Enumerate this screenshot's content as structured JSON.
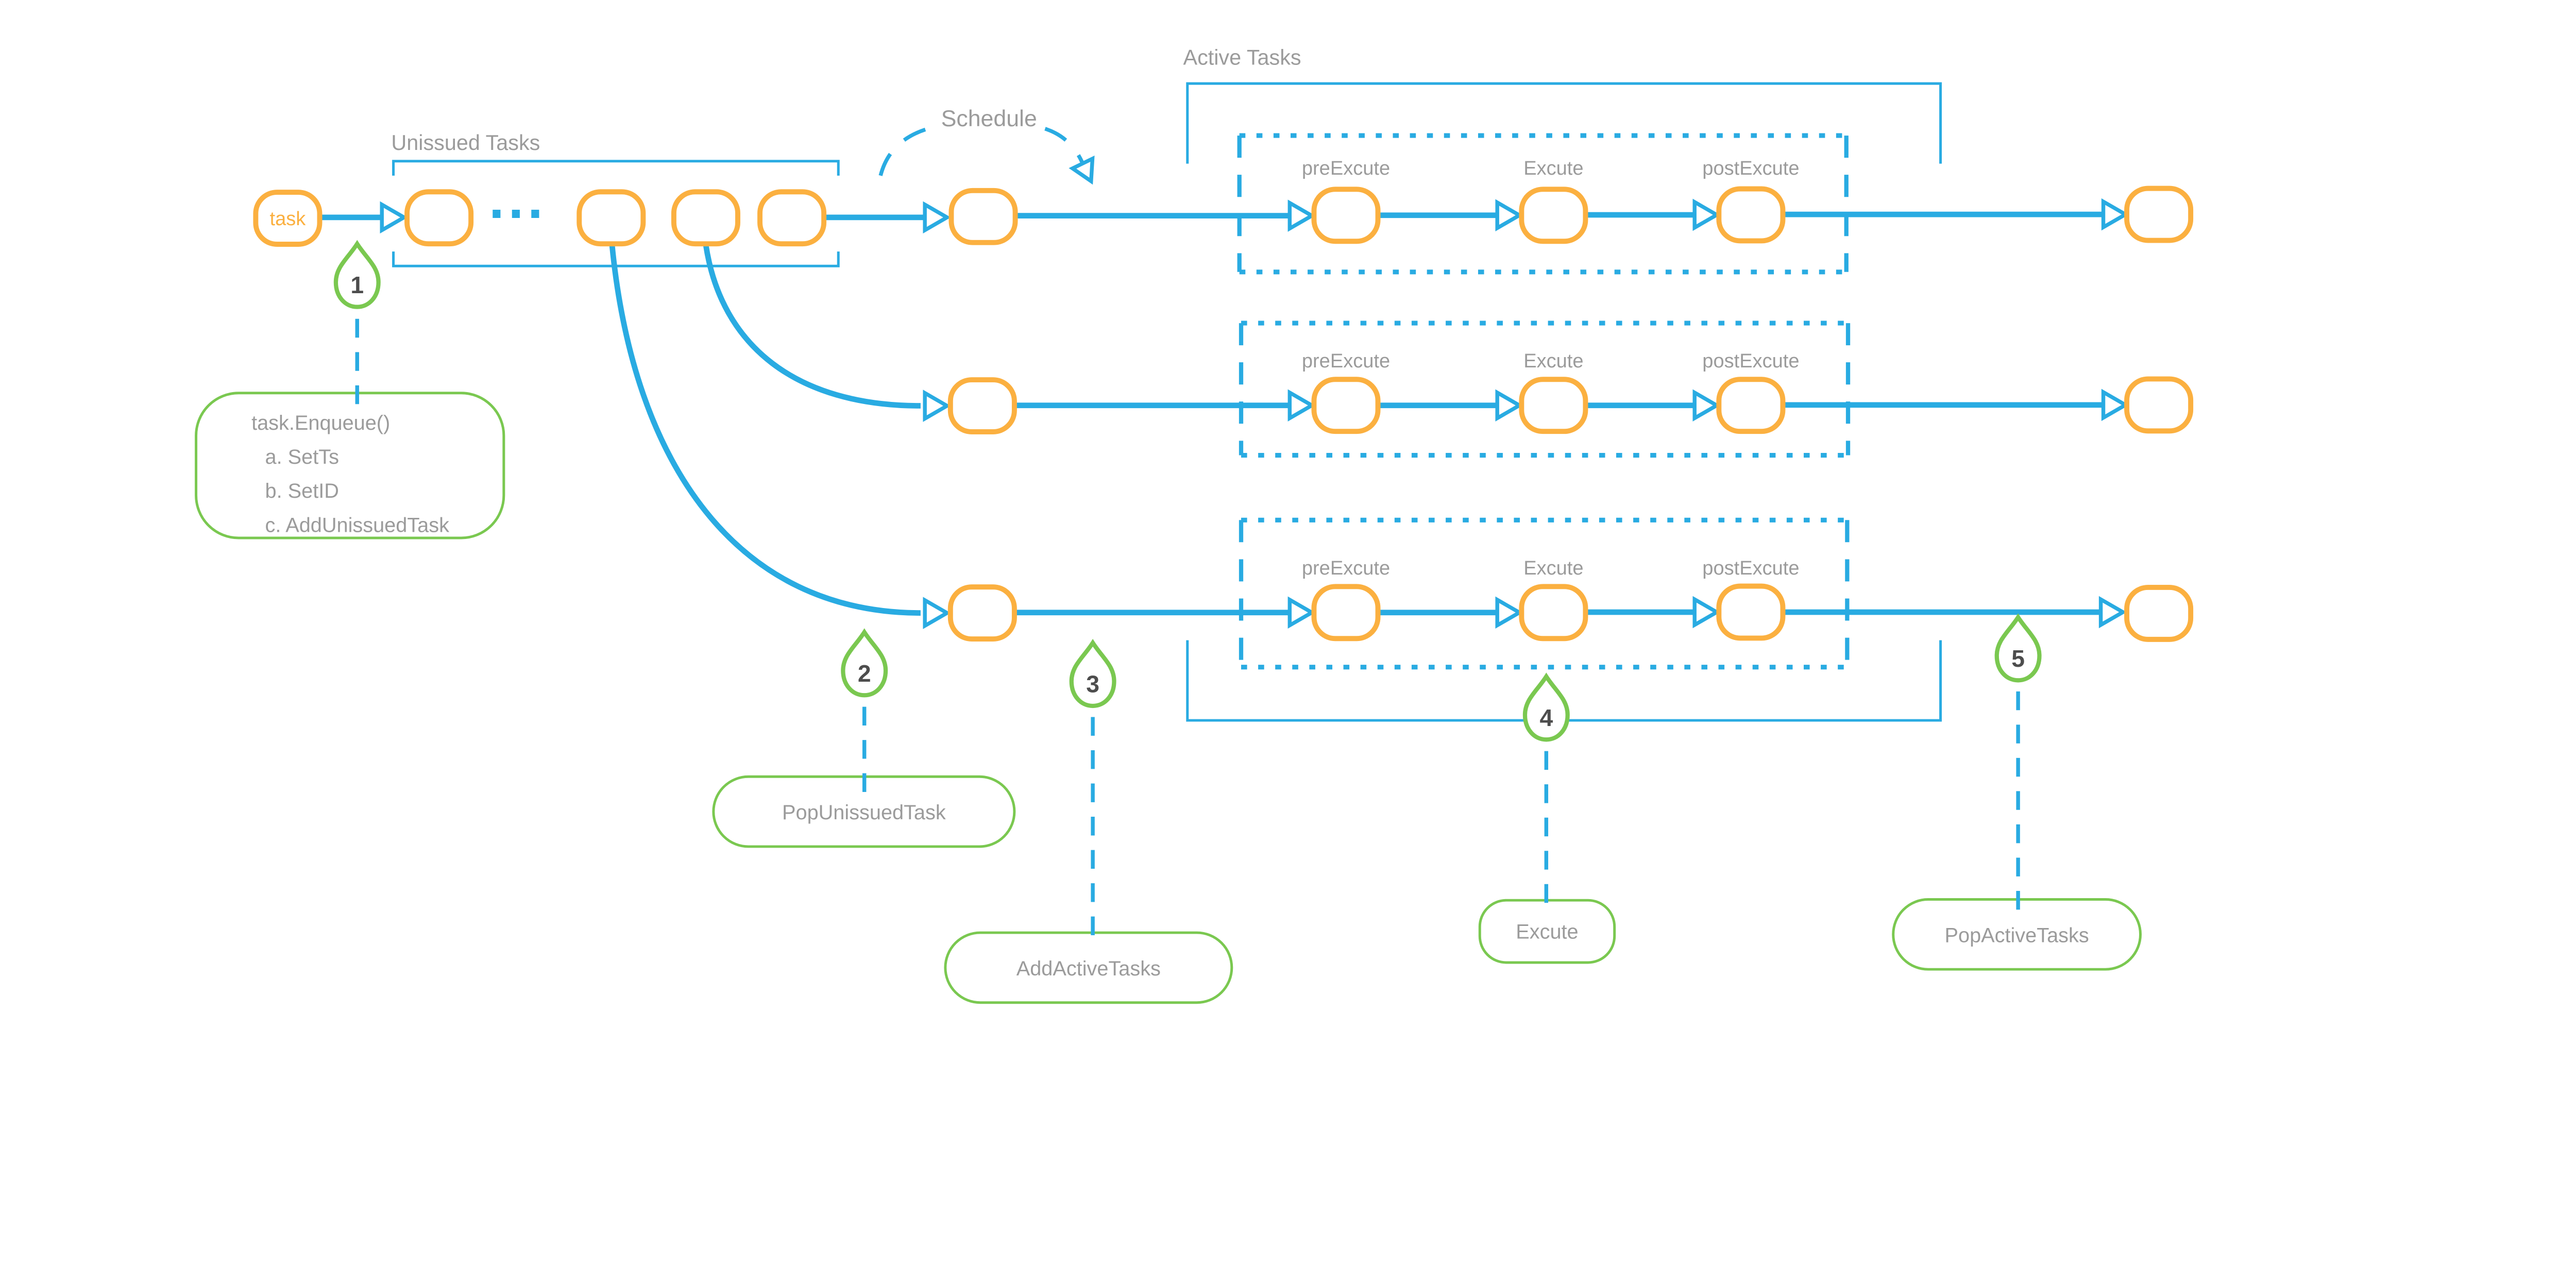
{
  "colors": {
    "blue": "#29ABE2",
    "orange": "#FBB040",
    "green": "#7AC850",
    "label_gray": "#9B9B9B",
    "number_gray": "#4D4D4D"
  },
  "labels": {
    "unissued_tasks": "Unissued Tasks",
    "active_tasks": "Active Tasks",
    "schedule": "Schedule",
    "task_node": "task",
    "queue_ellipsis": "···"
  },
  "stages": {
    "pre": "preExcute",
    "exec": "Excute",
    "post": "postExcute"
  },
  "pins": [
    {
      "number": "1"
    },
    {
      "number": "2"
    },
    {
      "number": "3"
    },
    {
      "number": "4"
    },
    {
      "number": "5"
    }
  ],
  "callouts": {
    "enqueue": {
      "lines": [
        "task.Enqueue()",
        "a. SetTs",
        "b. SetID",
        "c. AddUnissuedTask"
      ]
    },
    "pop_unissued": {
      "label": "PopUnissuedTask"
    },
    "add_active": {
      "label": "AddActiveTasks"
    },
    "excute": {
      "label": "Excute"
    },
    "pop_active": {
      "label": "PopActiveTasks"
    }
  }
}
